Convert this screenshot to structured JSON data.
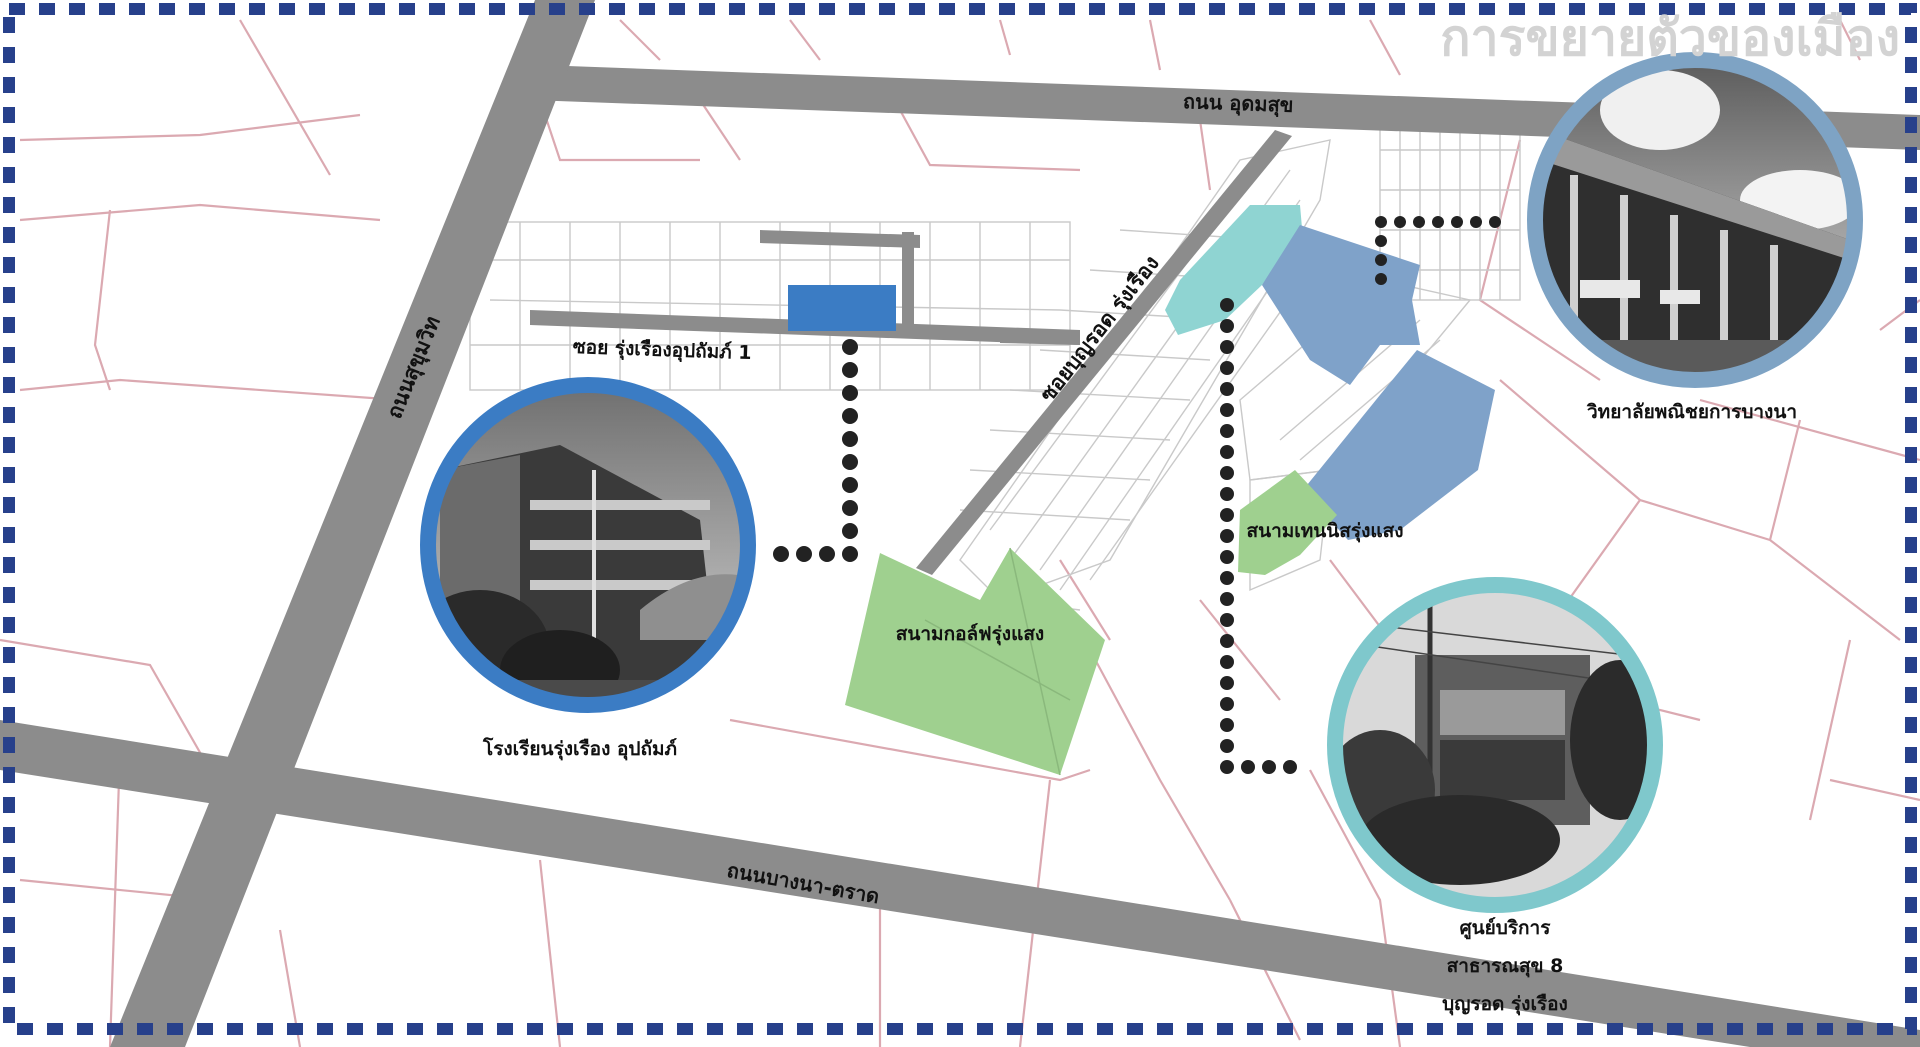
{
  "title": "การขยายตัวของเมือง",
  "colors": {
    "road": "#8c8c8c",
    "parcel_line": "#d9a8b0",
    "building_line": "#cfcfcf",
    "school_blue": "#3b7cc4",
    "college_steel": "#7ea3c4",
    "health_teal": "#7fc8cc",
    "teal_parcel": "#8fd4d2",
    "blue_parcel": "#7fa2c9",
    "park_green": "#9fd08f",
    "border_dash": "#27408b",
    "dots": "#222222"
  },
  "roads": {
    "udom_suk": "ถนน อุดมสุข",
    "sukhumvit": "ถนนสุขุมวิท",
    "bangna_trat": "ถนนบางนา-ตราด",
    "soi_rungrueang": "ซอย รุ่งเรืองอุปถัมภ์ 1",
    "soi_boonyarod": "ซอยบุญรอด รุ่งเรือง"
  },
  "places": {
    "school": "โรงเรียนรุ่งเรือง อุปถัมภ์",
    "college": "วิทยาลัยพณิชยการบางนา",
    "golf": "สนามกอล์ฟรุ่งแสง",
    "tennis": "สนามเทนนิสรุ่งแสง",
    "health_center": [
      "ศูนย์บริการ",
      "สาธารณสุข 8",
      "บุญรอด รุ่งเรือง"
    ]
  },
  "icons": {
    "school_photo": "school-building-photo",
    "college_photo": "college-building-photo",
    "health_photo": "health-center-photo"
  }
}
